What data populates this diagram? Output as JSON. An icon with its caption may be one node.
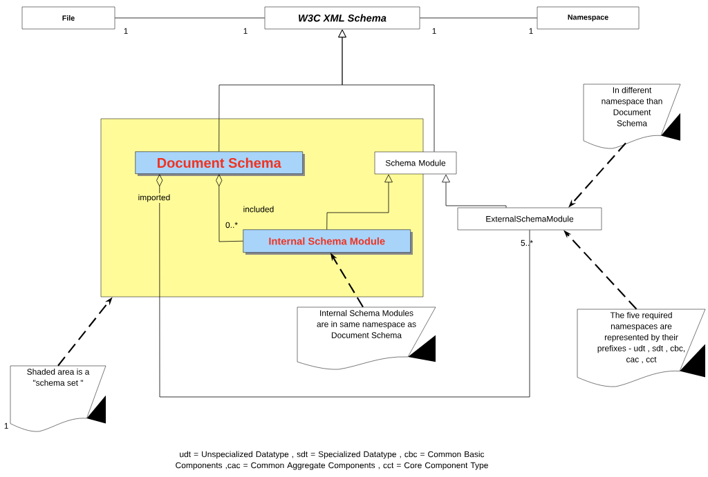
{
  "diagram": {
    "nodes": [
      {
        "text": [
          "File"
        ]
      },
      {
        "text": [
          "W3C XML Schema"
        ]
      },
      {
        "text": [
          "Namespace"
        ]
      },
      {
        "text": [],
        "shape": "box"
      },
      {
        "text": [
          "Document Schema"
        ],
        "in": 3
      },
      {
        "text": [
          "Schema Module"
        ]
      },
      {
        "text": [
          "Internal Schema Module"
        ],
        "in": 3
      },
      {
        "text": [
          "ExternalSchemaModule"
        ]
      },
      {
        "text": [
          "In different namespace than Document Schema"
        ]
      },
      {
        "text": [
          "Internal Schema Modules are in same namespace as Document Schema"
        ]
      },
      {
        "text": [
          "Shaded area is a \"schema set \""
        ],
        "beside": [
          "1"
        ]
      },
      {
        "text": [
          "The five required namespaces are represented by their prefixes - udt , sdt , cbc, cac , cct"
        ]
      }
    ],
    "edges": [
      {
        "from": 0,
        "to": 1,
        "arrow": "none"
      },
      {
        "from": 1,
        "to": 2,
        "arrow": "none"
      },
      {
        "from": 4,
        "to": 1,
        "arrow": "to"
      },
      {
        "from": 5,
        "to": 1,
        "arrow": "to"
      },
      {
        "from": 6,
        "to": 5,
        "arrow": "to"
      },
      {
        "from": 7,
        "to": 5,
        "arrow": "to"
      },
      {
        "from": 4,
        "to": 6,
        "arrow": "other",
        "label": "included"
      },
      {
        "from": 4,
        "to": 7,
        "arrow": "other",
        "label": "imported"
      },
      {
        "from": 8,
        "to": 7,
        "arrow": "to",
        "style": "dashed"
      },
      {
        "from": 9,
        "to": 6,
        "arrow": "to",
        "style": "dashed"
      },
      {
        "from": 10,
        "to": 3,
        "arrow": "to",
        "style": "dashed"
      },
      {
        "from": 11,
        "to": 7,
        "arrow": "to",
        "style": "dashed"
      }
    ],
    "labels": [
      "1",
      "1",
      "1",
      "1",
      "0..*",
      "5..*",
      "udt = Unspecialized Datatype , sdt = Specialized Datatype , cbc = Common Basic Components ,cac = Common Aggregate Components , cct = Core Component Type"
    ]
  }
}
